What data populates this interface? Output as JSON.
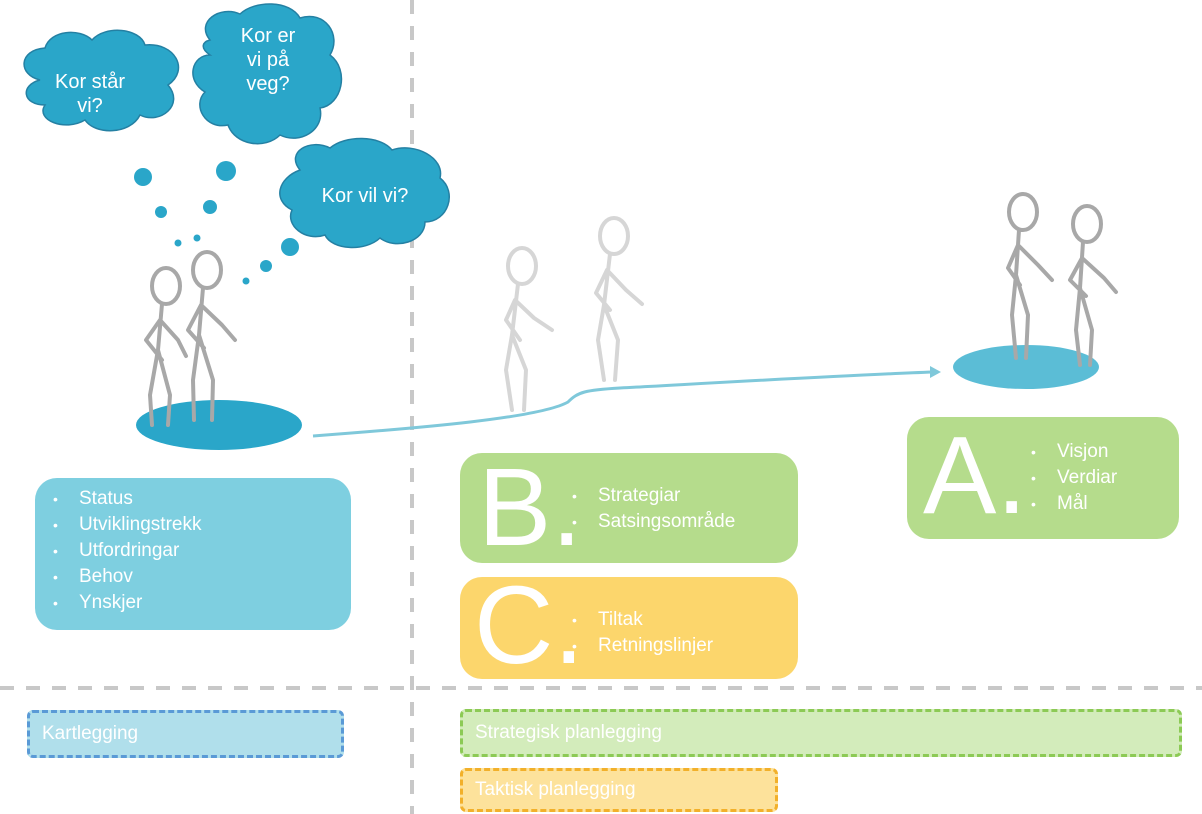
{
  "clouds": {
    "c1": "Kor står vi?",
    "c2": "Kor er vi på veg?",
    "c3": "Kor vil vi?"
  },
  "boxes": {
    "status": {
      "items": [
        "Status",
        "Utviklingstrekk",
        "Utfordringar",
        "Behov",
        "Ynskjer"
      ],
      "color": "#7ecfe0"
    },
    "b": {
      "letter": "B.",
      "items": [
        "Strategiar",
        "Satsingsområde"
      ],
      "color": "#b5dc8c"
    },
    "c": {
      "letter": "C.",
      "items": [
        "Tiltak",
        "Retningslinjer"
      ],
      "color": "#fcd66c"
    },
    "a": {
      "letter": "A.",
      "items": [
        "Visjon",
        "Verdiar",
        "Mål"
      ],
      "color": "#b5dc8c"
    }
  },
  "phases": {
    "kartlegging": "Kartlegging",
    "strategisk": "Strategisk planlegging",
    "taktisk": "Taktisk planlegging"
  },
  "bullet": "•"
}
